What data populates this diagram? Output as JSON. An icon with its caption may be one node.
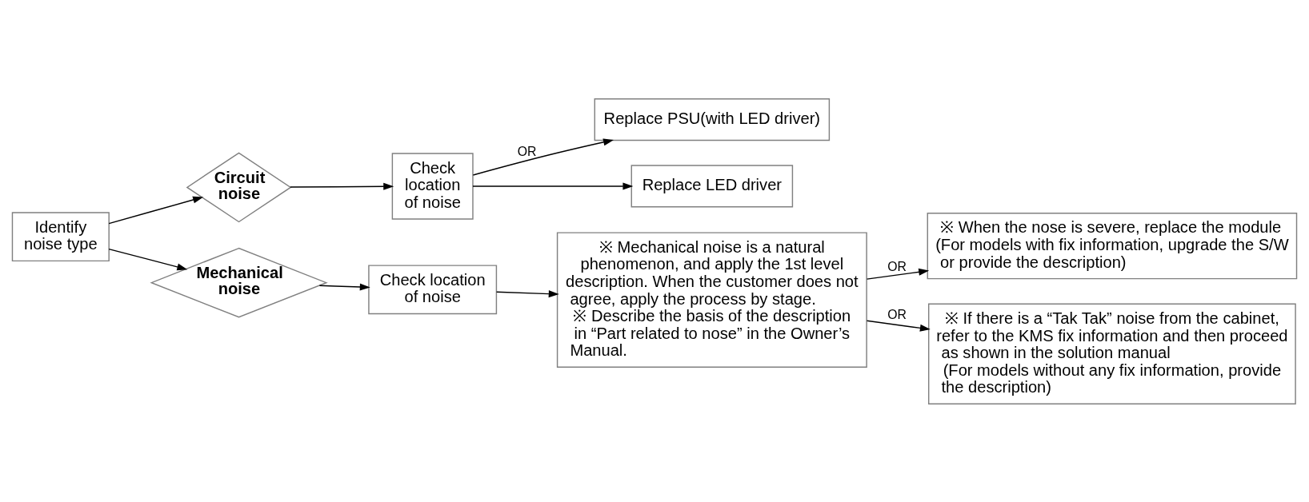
{
  "diagram": {
    "nodes": [
      {
        "text": [
          "Identify noise type"
        ]
      },
      {
        "text": [
          "Circuit noise"
        ]
      },
      {
        "text": [
          "Check location of noise"
        ]
      },
      {
        "text": [
          "Replace PSU(with LED driver)"
        ]
      },
      {
        "text": [
          "Replace LED driver"
        ]
      },
      {
        "text": [
          "Mechanical noise"
        ]
      },
      {
        "text": [
          "Check location of noise"
        ]
      },
      {
        "text": [
          "※ Mechanical noise is a natural phenomenon, and apply the 1st level description. When the customer does not agree, apply the process by stage.",
          "※ Describe the basis of the description in “Part related to nose” in the Owner’s Manual."
        ]
      },
      {
        "text": [
          "※ When the nose is severe, replace the module",
          "(For models with fix information, upgrade the S/W or provide the description)"
        ]
      },
      {
        "text": [
          "※ If there is a “Tak Tak” noise from the cabinet, refer to the KMS fix information and then proceed as shown in the solution manual",
          "(For models without any fix information, provide the description)"
        ]
      }
    ],
    "edges": [
      {
        "from": 0,
        "to": 1,
        "arrow": "to"
      },
      {
        "from": 1,
        "to": 2,
        "arrow": "to"
      },
      {
        "from": 2,
        "to": 3,
        "arrow": "to",
        "label": "OR"
      },
      {
        "from": 2,
        "to": 4,
        "arrow": "to"
      },
      {
        "from": 0,
        "to": 5,
        "arrow": "to"
      },
      {
        "from": 5,
        "to": 6,
        "arrow": "to"
      },
      {
        "from": 6,
        "to": 7,
        "arrow": "to"
      },
      {
        "from": 7,
        "to": 8,
        "arrow": "to",
        "label": "OR"
      },
      {
        "from": 7,
        "to": 9,
        "arrow": "to",
        "label": "OR"
      }
    ]
  }
}
